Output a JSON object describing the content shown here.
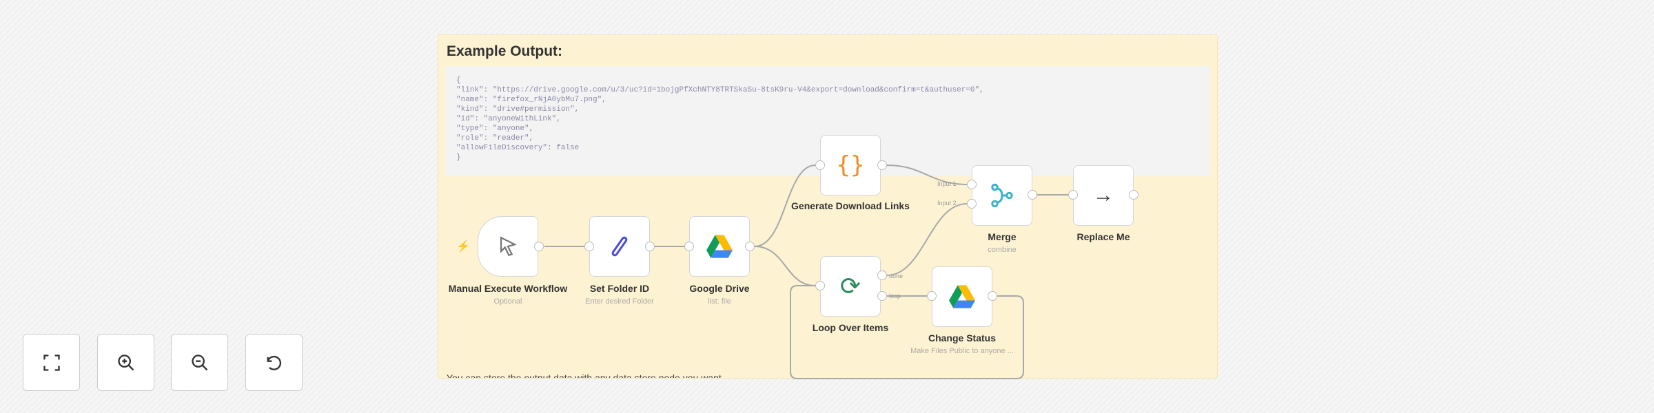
{
  "sticky": {
    "title": "Example Output:",
    "code": "{\n\"link\": \"https://drive.google.com/u/3/uc?id=1bojgPfXchNTY8TRTSkaSu-8tsK9ru-V4&export=download&confirm=t&authuser=0\",\n\"name\": \"firefox_rNjA0ybMu7.png\",\n\"kind\": \"drive#permission\",\n\"id\": \"anyoneWithLink\",\n\"type\": \"anyone\",\n\"role\": \"reader\",\n\"allowFileDiscovery\": false\n}",
    "footer": "You can store the output data with any data store node you want."
  },
  "nodes": {
    "manual": {
      "title": "Manual Execute Workflow",
      "subtitle": "Optional"
    },
    "setfolder": {
      "title": "Set Folder ID",
      "subtitle": "Enter desired Folder"
    },
    "gdrive": {
      "title": "Google Drive",
      "subtitle": "list: file"
    },
    "generate": {
      "title": "Generate Download Links"
    },
    "loop": {
      "title": "Loop Over Items",
      "out_done": "done",
      "out_loop": "loop"
    },
    "change": {
      "title": "Change Status",
      "subtitle": "Make Files Public to anyone ..."
    },
    "merge": {
      "title": "Merge",
      "subtitle": "combine",
      "in1": "Input 1",
      "in2": "Input 2"
    },
    "replace": {
      "title": "Replace Me"
    }
  },
  "controls": [
    "fit-view",
    "zoom-in",
    "zoom-out",
    "reset-zoom"
  ],
  "colors": {
    "sticky": "#fdf2d2",
    "trigger": "#ff6d5a",
    "set": "#4b4bd6",
    "code": "#f28c1e",
    "loop": "#2b8a5e",
    "merge": "#3ab2c8"
  }
}
